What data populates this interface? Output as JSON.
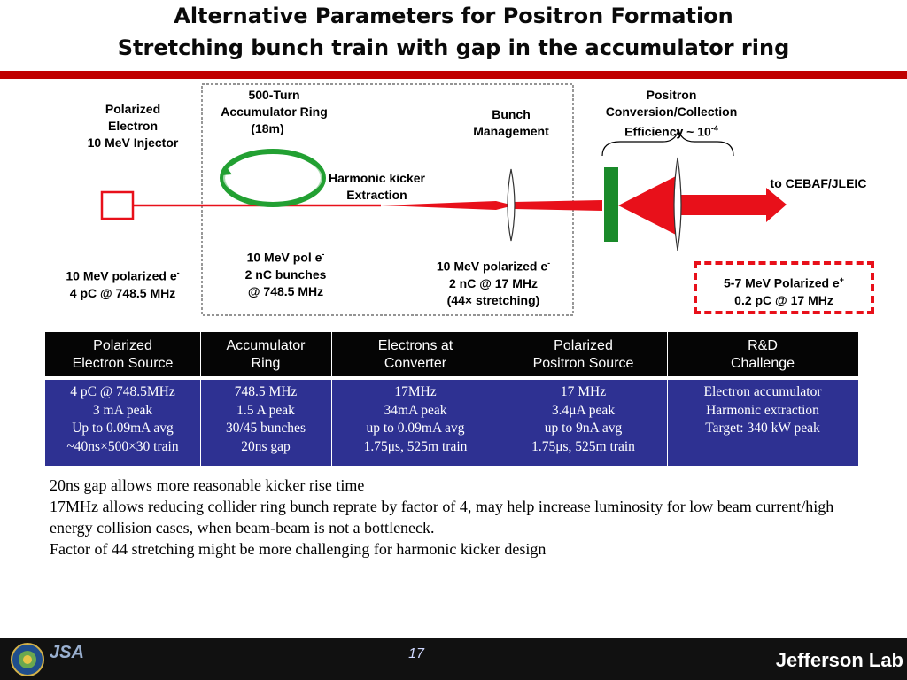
{
  "header": {
    "title_line1": "Alternative Parameters for Positron Formation",
    "title_line2": "Stretching bunch train with gap in the accumulator ring"
  },
  "diagram": {
    "injector_label": [
      "Polarized",
      "Electron",
      "10 MeV Injector"
    ],
    "ring_label": [
      "500-Turn",
      "Accumulator Ring",
      "(18m)"
    ],
    "bunch_mgmt_label": [
      "Bunch",
      "Management"
    ],
    "positron_label": [
      "Positron",
      "Conversion/Collection",
      "Efficiency ~ 10"
    ],
    "positron_exp": "-4",
    "kicker_label": [
      "Harmonic kicker",
      "Extraction"
    ],
    "cebaf_label": "to CEBAF/JLEIC",
    "beam1_label": [
      "10 MeV polarized e",
      "4 pC @ 748.5 MHz"
    ],
    "beam1_sup": "-",
    "beam2_label": [
      "10 MeV pol e",
      "2 nC bunches",
      "@ 748.5 MHz"
    ],
    "beam2_sup": "-",
    "beam3_label": [
      "10 MeV polarized e",
      "2 nC @ 17 MHz",
      "(44× stretching)"
    ],
    "beam3_sup": "-",
    "beam4_label": [
      "5-7 MeV Polarized e",
      "0.2 pC @ 17 MHz"
    ],
    "beam4_sup": "+"
  },
  "table": {
    "headers": [
      [
        "Polarized",
        "Electron Source"
      ],
      [
        "Accumulator",
        "Ring"
      ],
      [
        "Electrons at",
        "Converter"
      ],
      [
        "Polarized",
        "Positron Source"
      ],
      [
        "R&D",
        "Challenge"
      ]
    ],
    "rows": [
      [
        "4 pC @ 748.5MHz",
        "3 mA peak",
        "Up to 0.09mA avg",
        "~40ns×500×30  train"
      ],
      [
        "748.5 MHz",
        "1.5 A peak",
        "30/45 bunches",
        "20ns gap"
      ],
      [
        "17MHz",
        "34mA peak",
        "up to 0.09mA avg",
        "1.75μs, 525m train"
      ],
      [
        "17 MHz",
        "3.4μA peak",
        "up to 9nA avg",
        "1.75μs, 525m train"
      ],
      [
        "Electron accumulator",
        "Harmonic extraction",
        "Target: 340 kW peak"
      ]
    ]
  },
  "notes": [
    "20ns gap allows more reasonable kicker rise time",
    "17MHz allows reducing collider ring bunch reprate by factor of 4, may help increase luminosity for low beam current/high energy collision cases, when beam-beam is not a bottleneck.",
    "Factor of 44 stretching might be more challenging for harmonic kicker design"
  ],
  "footer": {
    "page_number": "17",
    "brand": "Jefferson Lab",
    "jsa_logo_text": "JSA"
  },
  "colors": {
    "accent_red": "#e8101a",
    "table_blue": "#2e3192",
    "converter_green": "#1a8a2a",
    "ring_green": "#22a032"
  }
}
